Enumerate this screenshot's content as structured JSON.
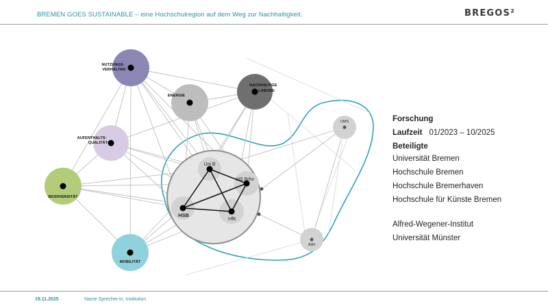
{
  "header": {
    "title": "BREMEN GOES SUSTAINABLE – eine Hochschulregion auf dem Weg zur Nachhaltigkeit.",
    "logo": "BREGOS²"
  },
  "footer": {
    "date": "19.11.2025",
    "speaker": "Name Sprecher:in, Institution"
  },
  "panel": {
    "heading": "Forschung",
    "duration_label": "Laufzeit",
    "duration_value": "01/2023 – 10/2025",
    "participants_label": "Beteiligte",
    "participants": [
      "Universität Bremen",
      "Hochschule Bremen",
      "Hochschule Bremerhaven",
      "Hochschule für Künste Bremen"
    ],
    "external": [
      "Alfred-Wegener-Institut",
      "Universität Münster"
    ]
  },
  "diagram": {
    "colors": {
      "nutzungsverhalten": "#8a87b5",
      "energie": "#bdbdbd",
      "labore": "#6f6f6f",
      "aufenthalt": "#d9cbe3",
      "biodiversitaet": "#b2cc7a",
      "mobilitaet": "#8fd2dd",
      "cluster": "#2aa3b3"
    },
    "topics": [
      {
        "id": "nutzungsverhalten",
        "label_lines": [
          "NUTZUNGS-",
          "VERHALTEN"
        ]
      },
      {
        "id": "energie",
        "label_lines": [
          "ENERGIE"
        ]
      },
      {
        "id": "labore",
        "label_lines": [
          "NACHHALTIGE",
          "LABORE"
        ]
      },
      {
        "id": "aufenthalt",
        "label_lines": [
          "AUFENTHALTS-",
          "QUALITÄT"
        ]
      },
      {
        "id": "biodiversitaet",
        "label_lines": [
          "BIODIVERSITÄT"
        ]
      },
      {
        "id": "mobilitaet",
        "label_lines": [
          "MOBILITÄT"
        ]
      }
    ],
    "institutions": [
      {
        "id": "unib",
        "label": "Uni B"
      },
      {
        "id": "hsbrhv",
        "label": "HS Brhv"
      },
      {
        "id": "hsb",
        "label": "HSB"
      },
      {
        "id": "hfk",
        "label": "HfK"
      },
      {
        "id": "ums",
        "label": "UMS"
      },
      {
        "id": "awi",
        "label": "AWI"
      }
    ]
  }
}
